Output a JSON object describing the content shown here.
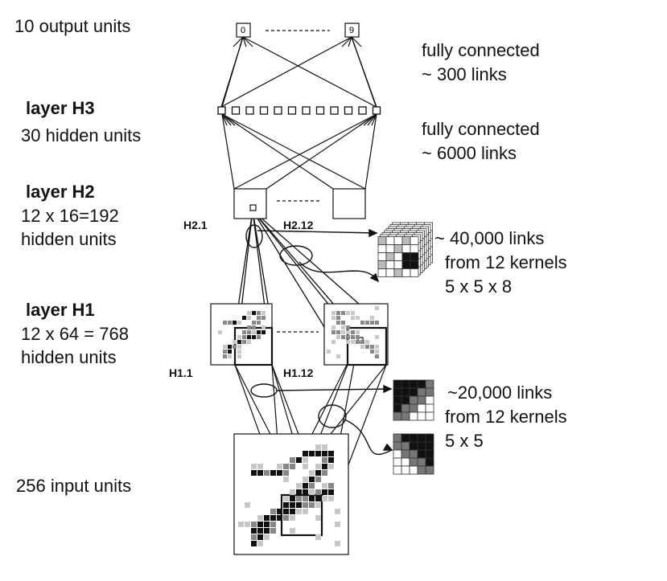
{
  "labels": {
    "output": "10  output units",
    "h3_title": "layer  H3",
    "h3_desc": "30  hidden  units",
    "h2_title": "layer  H2",
    "h2_size": "12  x  16=192",
    "h2_desc": "hidden  units",
    "h1_title": "layer  H1",
    "h1_size": "12  x  64  =  768",
    "h1_desc": "hidden  units",
    "input": "256  input  units",
    "h2_1": "H2.1",
    "h2_12": "H2.12",
    "h1_1": "H1.1",
    "h1_12": "H1.12"
  },
  "connections": {
    "c1a": "fully  connected",
    "c1b": "~  300  links",
    "c2a": "fully  connected",
    "c2b": "~  6000  links",
    "c3a": "~  40,000  links",
    "c3b": "from  12  kernels",
    "c3c": "5  x  5  x  8",
    "c4a": "~20,000  links",
    "c4b": "from  12  kernels",
    "c4c": "5  x  5"
  },
  "output_units": [
    "0",
    "9"
  ],
  "hidden_units_shown": 12
}
